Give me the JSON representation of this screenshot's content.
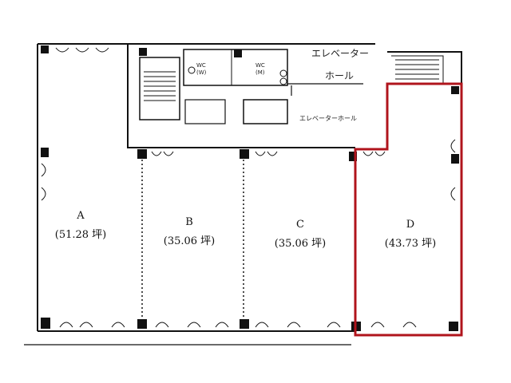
{
  "title": "Floor plan",
  "core": {
    "elevator": "エレベーター",
    "hall": "ホール",
    "elevator_hall": "エレベーターホール",
    "wc_women": "WC (W)",
    "wc_men": "WC (M)"
  },
  "units": [
    {
      "name": "A",
      "area": "(51.28 坪)"
    },
    {
      "name": "B",
      "area": "(35.06 坪)"
    },
    {
      "name": "C",
      "area": "(35.06 坪)"
    },
    {
      "name": "D",
      "area": "(43.73 坪)",
      "highlighted": true
    }
  ],
  "colors": {
    "highlight": "#b0141c",
    "wall": "#111111"
  }
}
